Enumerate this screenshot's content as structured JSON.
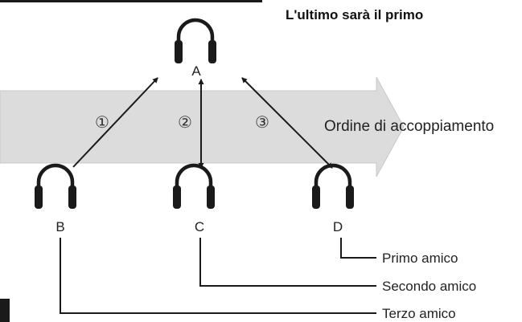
{
  "title": "L'ultimo sarà il primo",
  "flow_label": "Ordine di accoppiamento",
  "steps": [
    "①",
    "②",
    "③"
  ],
  "nodes": {
    "a": "A",
    "b": "B",
    "c": "C",
    "d": "D"
  },
  "callouts": {
    "first": "Primo amico",
    "second": "Secondo amico",
    "third": "Terzo amico"
  },
  "colors": {
    "arrow_band": "#dcdcdc",
    "band_edge": "#c8c8c8",
    "line": "#1a1a1a",
    "headphone": "#1a1a1a"
  }
}
